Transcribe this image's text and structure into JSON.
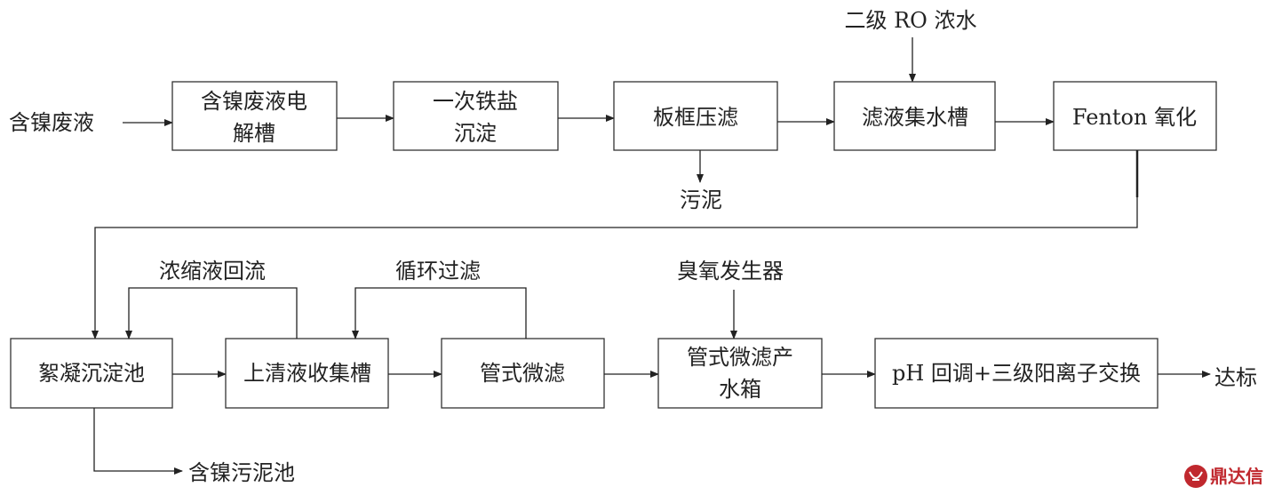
{
  "inputs": {
    "nickel_waste": "含镍废液",
    "ro_concentrate": "二级 RO 浓水",
    "ozone_generator": "臭氧发生器"
  },
  "nodes": {
    "electrolysis_line1": "含镍废液电",
    "electrolysis_line2": "解槽",
    "iron_line1": "一次铁盐",
    "iron_line2": "沉淀",
    "filter_press": "板框压滤",
    "filtrate_tank": "滤液集水槽",
    "fenton": "Fenton 氧化",
    "flocculation": "絮凝沉淀池",
    "supernatant": "上清液收集槽",
    "tubular_mf": "管式微滤",
    "mf_tank_line1": "管式微滤产",
    "mf_tank_line2": "水箱",
    "ph_ion_exchange": "pH 回调+三级阳离子交换"
  },
  "outputs": {
    "sludge": "污泥",
    "nickel_sludge_pool": "含镍污泥池",
    "compliant": "达标"
  },
  "loops": {
    "concentrate_reflux": "浓缩液回流",
    "circulation_filter": "循环过滤"
  },
  "watermark": {
    "text": "鼎达信",
    "color": "#c0282e"
  }
}
